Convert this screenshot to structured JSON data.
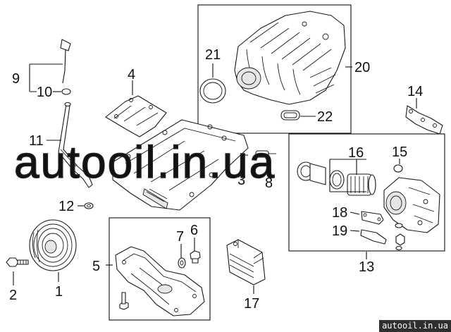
{
  "callouts": {
    "c1": "1",
    "c2": "2",
    "c3": "3",
    "c4": "4",
    "c5": "5",
    "c6": "6",
    "c7": "7",
    "c8": "8",
    "c9": "9",
    "c10": "10",
    "c11": "11",
    "c12": "12",
    "c13": "13",
    "c14": "14",
    "c15": "15",
    "c16": "16",
    "c17": "17",
    "c18": "18",
    "c19": "19",
    "c20": "20",
    "c21": "21",
    "c22": "22"
  },
  "watermark": "autooil.in.ua",
  "footer_tag": "autooil.in.ua",
  "colors": {
    "line": "#1a1a1a",
    "background": "#ffffff",
    "tag_background": "#2f2f2f"
  }
}
